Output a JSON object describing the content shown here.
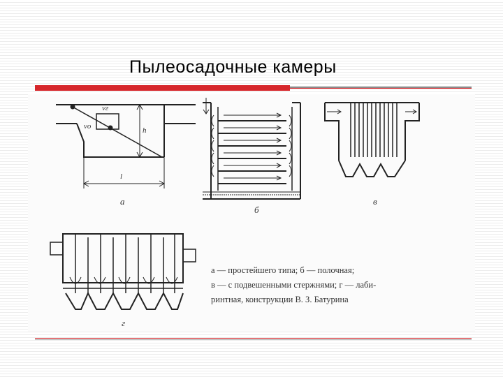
{
  "slide": {
    "title": "Пылеосадочные камеры"
  },
  "figure": {
    "labels": {
      "a": "а",
      "b": "б",
      "v": "в",
      "g": "г"
    },
    "dimensions": {
      "vg": "vг",
      "vo": "vо",
      "h": "h",
      "l": "l"
    },
    "caption": {
      "line1": "а — простейшего типа; б — полочная;",
      "line2": "в — с подвешенными стержнями; г — лаби-",
      "line3": "ринтная, конструкции В. З. Батурина"
    }
  }
}
